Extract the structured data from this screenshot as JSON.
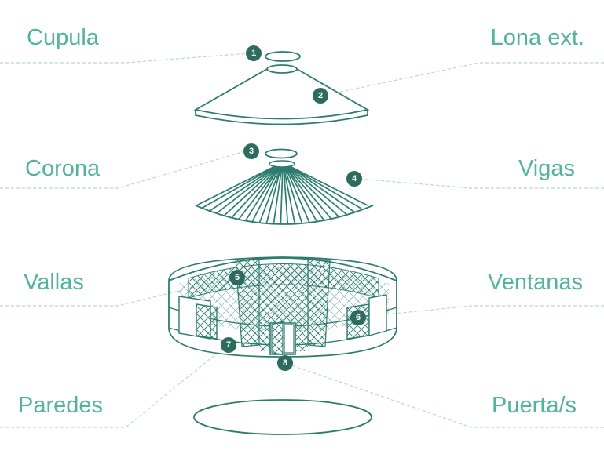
{
  "colors": {
    "label": "#52b3a0",
    "stroke": "#2d7c70",
    "badge": "#2d6b5f",
    "leader": "#b8d8d0"
  },
  "labels": {
    "cupula": "Cupula",
    "lona": "Lona ext.",
    "corona": "Corona",
    "vigas": "Vigas",
    "vallas": "Vallas",
    "ventanas": "Ventanas",
    "paredes": "Paredes",
    "puerta": "Puerta/s"
  },
  "badges": {
    "b1": "1",
    "b2": "2",
    "b3": "3",
    "b4": "4",
    "b5": "5",
    "b6": "6",
    "b7": "7",
    "b8": "8"
  }
}
